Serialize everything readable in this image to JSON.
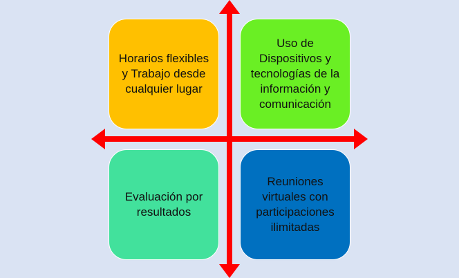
{
  "quadrants": {
    "top_left": {
      "text": "Horarios flexibles y Trabajo desde cualquier lugar",
      "color": "#ffc000"
    },
    "top_right": {
      "text": "Uso de Dispositivos y tecnologías de la información y comunicación",
      "color": "#6aef24"
    },
    "bottom_left": {
      "text": "Evaluación por resultados",
      "color": "#42e19c"
    },
    "bottom_right": {
      "text": "Reuniones virtuales con participaciones ilimitadas",
      "color": "#0070c0"
    }
  },
  "arrow_color": "#ff0000"
}
